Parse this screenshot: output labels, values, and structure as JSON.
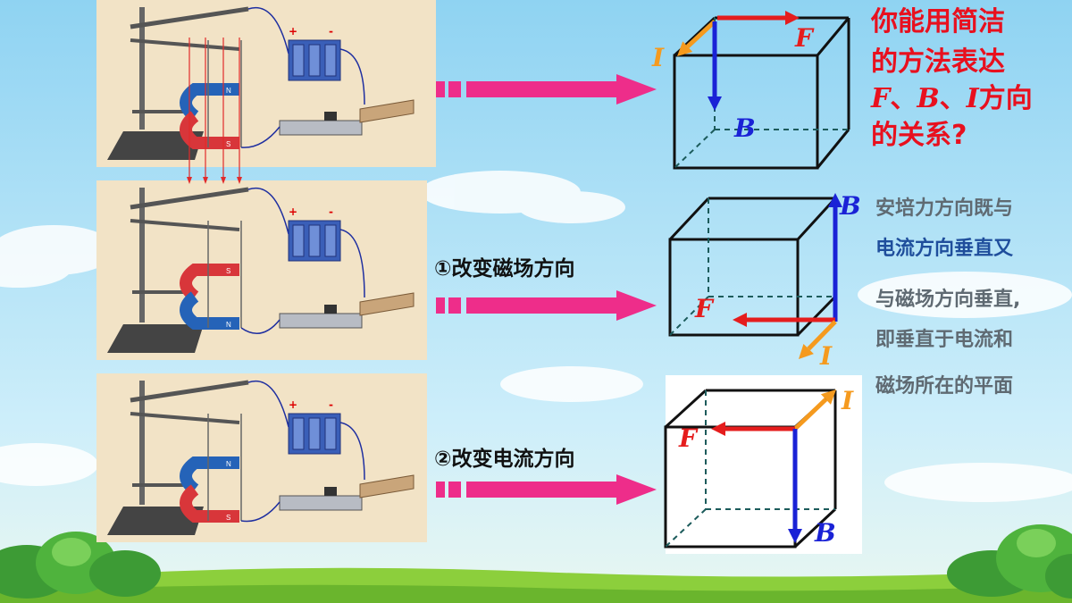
{
  "question": {
    "line1": "你能用简洁",
    "line2": "的方法表达",
    "line3_vars": [
      "F",
      "B",
      "I"
    ],
    "line3_sep": "、",
    "line3_suffix": "方向",
    "line4": "的关系?"
  },
  "explanation": [
    {
      "text": "安培力方向既与",
      "color": "#5f6a72"
    },
    {
      "text": "电流方向垂直又",
      "color": "#1f4e9c"
    },
    {
      "text": "与磁场方向垂直,",
      "color": "#5f6a72"
    },
    {
      "text": "即垂直于电流和",
      "color": "#5f6a72"
    },
    {
      "text": "磁场所在的平面",
      "color": "#5f6a72"
    }
  ],
  "steps": {
    "step1": "①改变磁场方向",
    "step2": "②改变电流方向"
  },
  "apparatus": {
    "row1": {
      "magnet_top": "N",
      "magnet_bottom": "S",
      "plus": "+",
      "minus": "-"
    },
    "row2": {
      "magnet_top": "S",
      "magnet_bottom": "N",
      "plus": "+",
      "minus": "-"
    },
    "row3": {
      "magnet_top": "N",
      "magnet_bottom": "S",
      "plus": "+",
      "minus": "-"
    }
  },
  "vector_labels": {
    "force": "F",
    "field": "B",
    "current": "I"
  },
  "colors": {
    "force": "#e51d1d",
    "field": "#1a22d6",
    "current": "#f59a1e",
    "question": "#e8101e",
    "arrow": "#ee2d8a"
  }
}
